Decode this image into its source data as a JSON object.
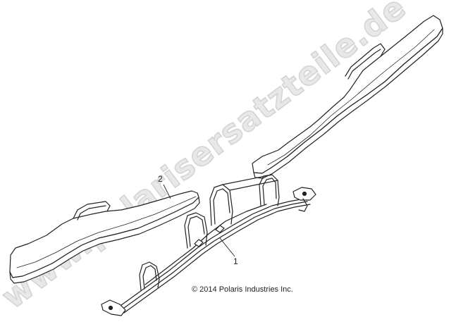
{
  "watermark": {
    "text": "www.polarisersatzteile.de",
    "color": "#d4d4d4"
  },
  "callouts": [
    {
      "label": "1",
      "part": "frame"
    },
    {
      "label": "2",
      "part": "side-pad"
    }
  ],
  "copyright": "© 2014 Polaris Industries Inc."
}
